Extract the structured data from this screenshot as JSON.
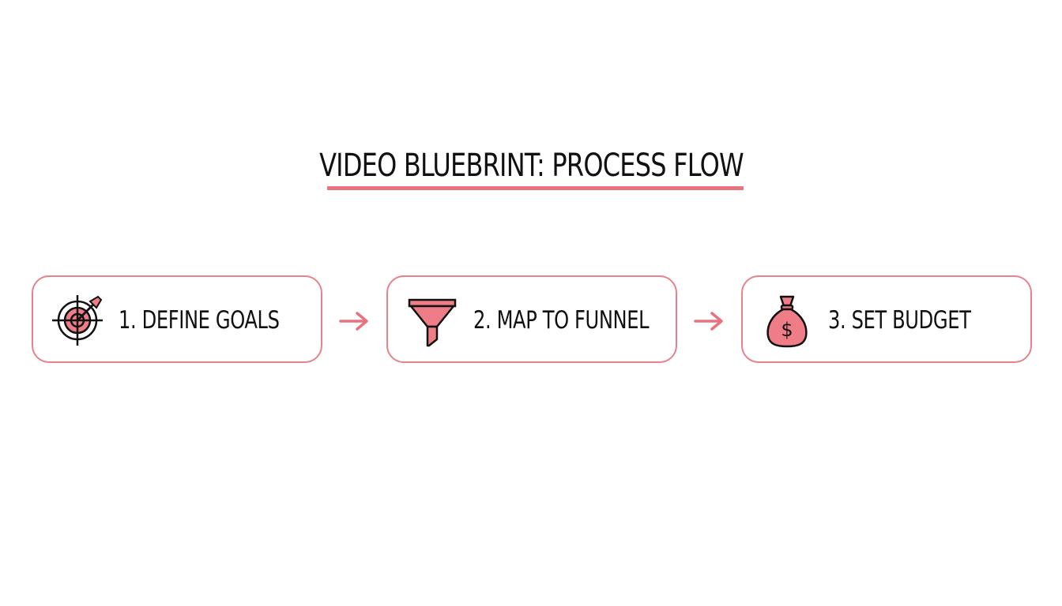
{
  "title": "VIDEO BLUEBRINT: PROCESS FLOW",
  "steps": [
    {
      "label": "1. DEFINE GOALS",
      "icon": "target-arrow-icon"
    },
    {
      "label": "2. MAP TO FUNNEL",
      "icon": "funnel-icon"
    },
    {
      "label": "3. SET BUDGET",
      "icon": "money-bag-icon",
      "icon_text": "$"
    }
  ],
  "colors": {
    "accent": "#e8737f",
    "border": "#e8818b",
    "text": "#111111"
  }
}
